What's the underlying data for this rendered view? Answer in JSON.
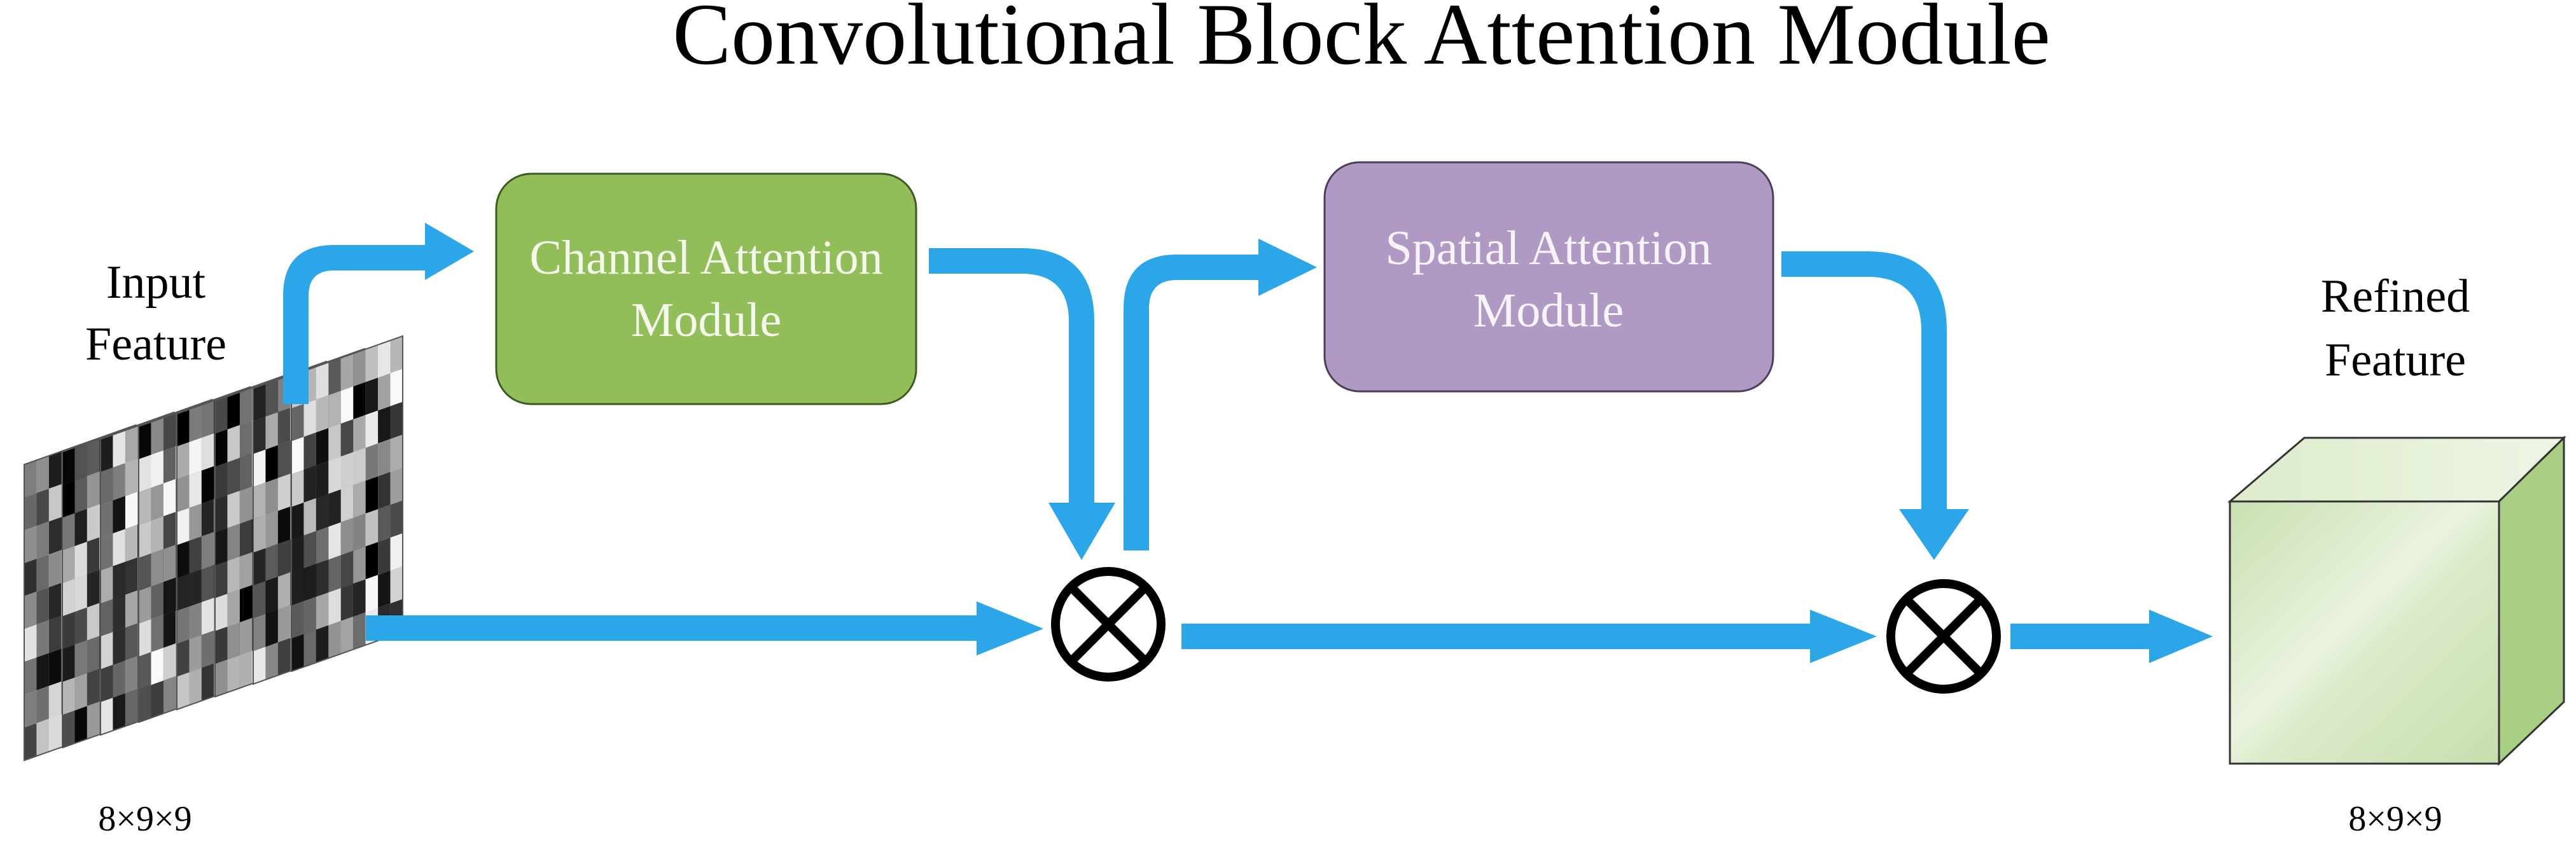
{
  "title": "Convolutional Block Attention Module",
  "input": {
    "label_line1": "Input",
    "label_line2": "Feature",
    "dims": "8×9×9"
  },
  "channel_module": {
    "label_line1": "Channel Attention",
    "label_line2": "Module",
    "fill": "#92BE5A",
    "text_color": "#F4F9EC"
  },
  "spatial_module": {
    "label_line1": "Spatial Attention",
    "label_line2": "Module",
    "fill": "#B09AC4",
    "text_color": "#F7F3FB"
  },
  "output": {
    "label_line1": "Refined",
    "label_line2": "Feature",
    "dims": "8×9×9"
  },
  "operators": [
    "multiply",
    "multiply"
  ],
  "icons": [
    "multiply-circle-icon",
    "multiply-circle-icon",
    "feature-map-stack-icon",
    "refined-feature-cube-icon"
  ],
  "colors": {
    "arrow": "#2BA6E8",
    "text": "#000000",
    "cube_front": "#D3E6BE",
    "cube_top": "#E3EFD3",
    "cube_side": "#A9CF85"
  }
}
